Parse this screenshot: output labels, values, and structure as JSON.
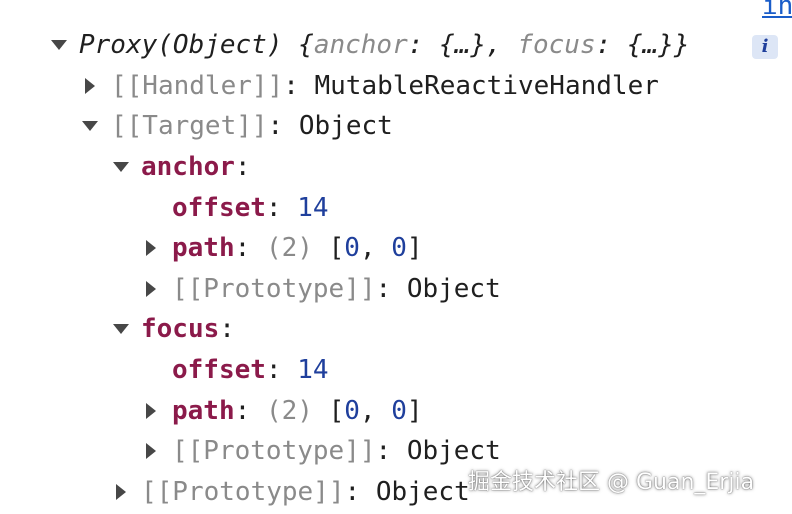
{
  "top_link": "in",
  "info_badge": "i",
  "root": {
    "label": "Proxy(Object)",
    "preview_open": "{",
    "preview_k1": "anchor",
    "preview_v1": "{…}",
    "preview_sep": ", ",
    "preview_k2": "focus",
    "preview_v2": "{…}",
    "preview_close": "}"
  },
  "handler": {
    "key": "[[Handler]]",
    "value": "MutableReactiveHandler"
  },
  "target": {
    "key": "[[Target]]",
    "value": "Object"
  },
  "anchor": {
    "key": "anchor",
    "offset_key": "offset",
    "offset_value": "14",
    "path_key": "path",
    "path_count": "(2)",
    "path_open": "[",
    "path_v1": "0",
    "path_sep": ", ",
    "path_v2": "0",
    "path_close": "]",
    "proto_key": "[[Prototype]]",
    "proto_value": "Object"
  },
  "focus": {
    "key": "focus",
    "offset_key": "offset",
    "offset_value": "14",
    "path_key": "path",
    "path_count": "(2)",
    "path_open": "[",
    "path_v1": "0",
    "path_sep": ", ",
    "path_v2": "0",
    "path_close": "]",
    "proto_key": "[[Prototype]]",
    "proto_value": "Object"
  },
  "root_proto": {
    "key": "[[Prototype]]",
    "value": "Object"
  },
  "watermark": "掘金技术社区 @ Guan_Erjia"
}
